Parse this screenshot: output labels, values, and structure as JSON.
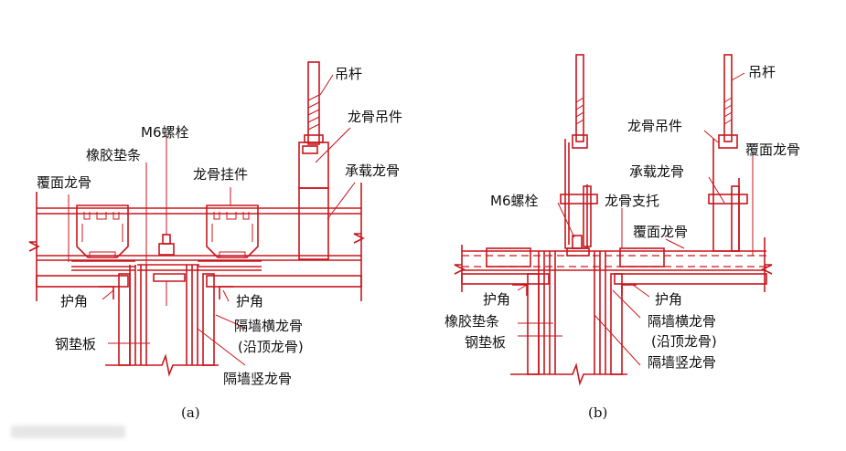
{
  "diagram": {
    "accent_color": "#c8161d",
    "panel_a": {
      "caption": "(a)",
      "labels": {
        "hanger_rod": "吊杆",
        "keel_hanger": "龙骨吊件",
        "m6_bolt": "M6螺栓",
        "rubber_strip": "橡胶垫条",
        "load_keel": "承载龙骨",
        "keel_clip": "龙骨挂件",
        "cover_keel": "覆面龙骨",
        "corner_guard_left": "护角",
        "corner_guard_right": "护角",
        "steel_pad": "钢垫板",
        "wall_cross_keel": "隔墙横龙骨",
        "top_keel": "(沿顶龙骨)",
        "wall_vertical_keel": "隔墙竖龙骨"
      }
    },
    "panel_b": {
      "caption": "(b)",
      "labels": {
        "hanger_rod": "吊杆",
        "keel_hanger": "龙骨吊件",
        "cover_keel_top": "覆面龙骨",
        "load_keel": "承载龙骨",
        "m6_bolt": "M6螺栓",
        "keel_support": "龙骨支托",
        "cover_keel": "覆面龙骨",
        "corner_guard_left": "护角",
        "corner_guard_right": "护角",
        "rubber_strip": "橡胶垫条",
        "steel_pad": "钢垫板",
        "wall_cross_keel": "隔墙横龙骨",
        "top_keel": "(沿顶龙骨)",
        "wall_vertical_keel": "隔墙竖龙骨"
      }
    }
  }
}
